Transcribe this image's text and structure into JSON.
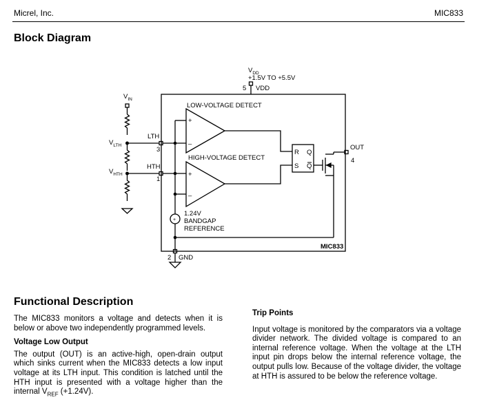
{
  "header": {
    "company": "Micrel, Inc.",
    "part": "MIC833"
  },
  "block_diagram": {
    "heading": "Block Diagram",
    "vdd_label": "V",
    "vdd_sub": "DD",
    "vdd_range": "+1.5V TO +5.5V",
    "vdd_pin": "VDD",
    "vdd_pin_num": "5",
    "vin_label": "V",
    "vin_sub": "IN",
    "vlth_label": "V",
    "vlth_sub": "LTH",
    "vhth_label": "V",
    "vhth_sub": "HTH",
    "lth_pin": "LTH",
    "lth_pin_num": "3",
    "hth_pin": "HTH",
    "hth_pin_num": "1",
    "low_detect": "LOW-VOLTAGE DETECT",
    "high_detect": "HIGH-VOLTAGE DETECT",
    "plus": "+",
    "minus": "–",
    "latch_r": "R",
    "latch_s": "S",
    "latch_q": "Q",
    "latch_qbar": "Q",
    "out_pin": "OUT",
    "out_pin_num": "4",
    "ref_value": "1.24V",
    "ref_line1": "BANDGAP",
    "ref_line2": "REFERENCE",
    "chip_name": "MIC833",
    "gnd_pin": "GND",
    "gnd_pin_num": "2"
  },
  "functional": {
    "heading": "Functional Description",
    "intro": "The MIC833 monitors a voltage and detects when it is below or above two independently programmed levels.",
    "voltage_low_heading": "Voltage Low Output",
    "voltage_low_text_a": "The output (OUT) is an active-high, open-drain output which sinks current when the MIC833 detects a low input voltage at its LTH input. This condition is latched until the HTH input is presented with a voltage higher than the internal V",
    "vref_sub": "REF",
    "voltage_low_text_b": " (+1.24V).",
    "trip_heading": "Trip Points",
    "trip_text": "Input voltage is monitored by the comparators via a voltage divider network. The divided voltage is compared to an internal reference voltage. When the voltage at the LTH input pin drops below the internal reference voltage, the output pulls low. Because of the voltage divider, the voltage at HTH is assured to be below the reference voltage."
  }
}
